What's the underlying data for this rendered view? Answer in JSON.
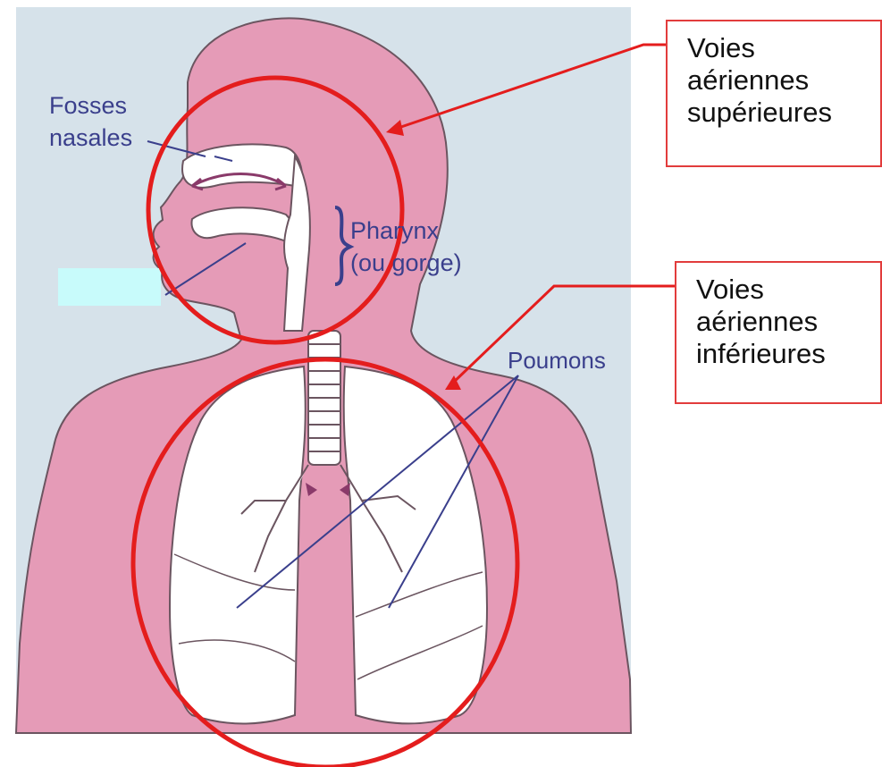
{
  "labels": {
    "nasal": [
      "Fosses",
      "nasales"
    ],
    "pharynx": [
      "Pharynx",
      "(ou gorge)"
    ],
    "lungs": "Poumons"
  },
  "callouts": {
    "upper": [
      "Voies",
      "aériennes",
      "supérieures"
    ],
    "lower": [
      "Voies",
      "aériennes",
      "inférieures"
    ]
  },
  "colors": {
    "background": "#d6e2ea",
    "body": "#e59bb7",
    "outline": "#6b5560",
    "lung": "#ffffff",
    "label_text": "#3a3f8c",
    "arrow": "#8a3a6a",
    "circle": "#e41d1d",
    "callout_border": "#e23c3c",
    "label_box": "#c8fbfb"
  }
}
